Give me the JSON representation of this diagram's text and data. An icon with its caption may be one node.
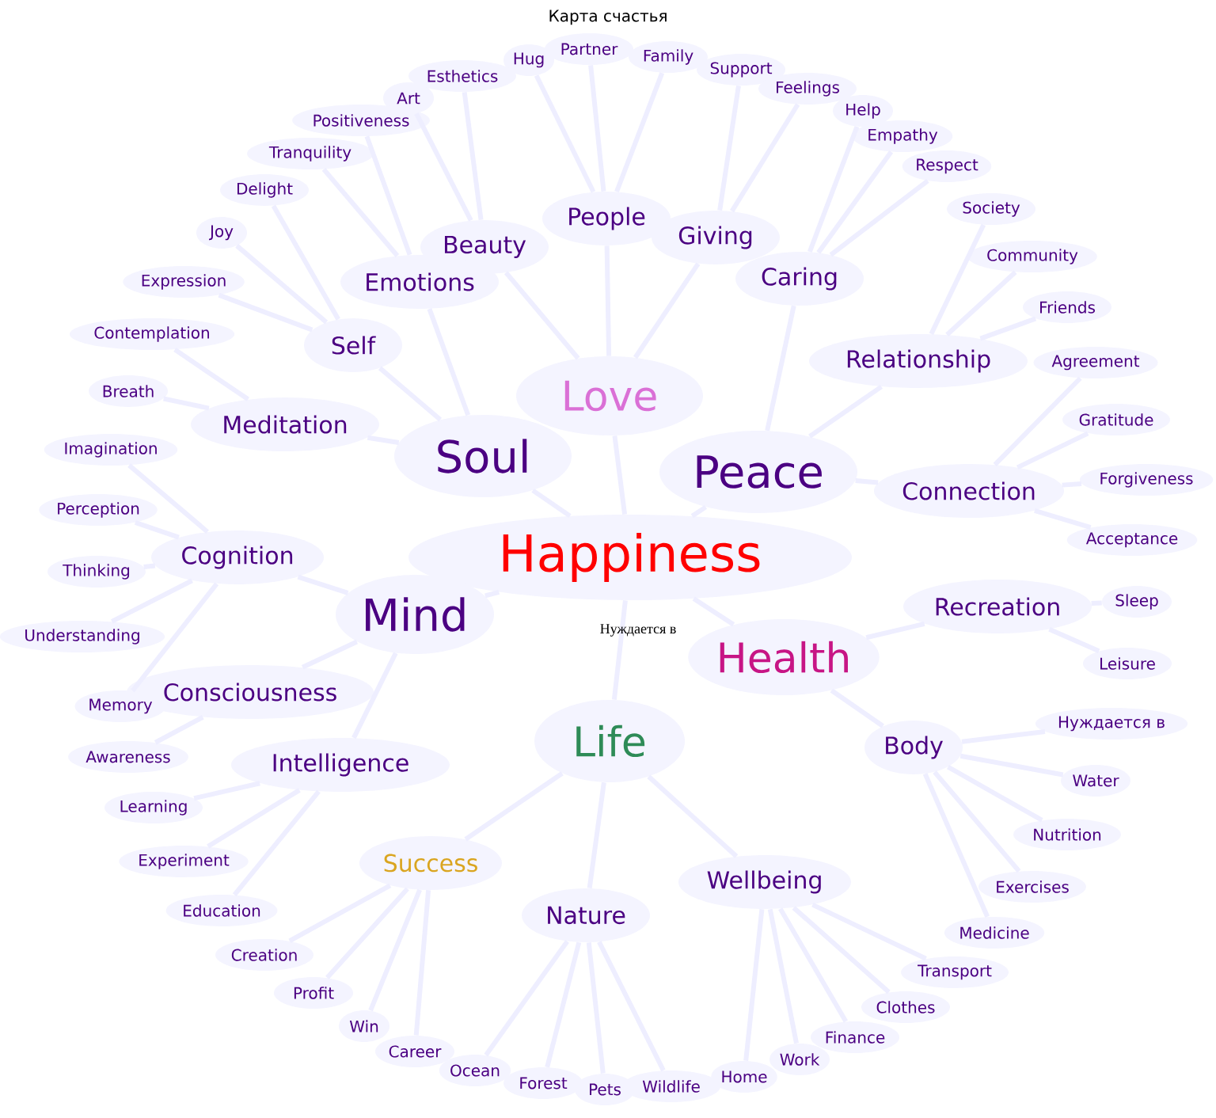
{
  "diagram": {
    "title": "Карта счастья",
    "nodes": [
      {
        "text": [
          "Happiness"
        ]
      },
      {
        "text": [
          "Love"
        ]
      },
      {
        "text": [
          "Soul"
        ]
      },
      {
        "text": [
          "Peace"
        ]
      },
      {
        "text": [
          "Mind"
        ]
      },
      {
        "text": [
          "Health"
        ]
      },
      {
        "text": [
          "Life"
        ]
      },
      {
        "text": [
          "People"
        ]
      },
      {
        "text": [
          "Giving"
        ]
      },
      {
        "text": [
          "Beauty"
        ]
      },
      {
        "text": [
          "Emotions"
        ]
      },
      {
        "text": [
          "Self"
        ]
      },
      {
        "text": [
          "Meditation"
        ]
      },
      {
        "text": [
          "Caring"
        ]
      },
      {
        "text": [
          "Relationship"
        ]
      },
      {
        "text": [
          "Connection"
        ]
      },
      {
        "text": [
          "Cognition"
        ]
      },
      {
        "text": [
          "Consciousness"
        ]
      },
      {
        "text": [
          "Intelligence"
        ]
      },
      {
        "text": [
          "Recreation"
        ]
      },
      {
        "text": [
          "Body"
        ]
      },
      {
        "text": [
          "Success"
        ]
      },
      {
        "text": [
          "Nature"
        ]
      },
      {
        "text": [
          "Wellbeing"
        ]
      },
      {
        "text": [
          "Hug"
        ]
      },
      {
        "text": [
          "Partner"
        ]
      },
      {
        "text": [
          "Family"
        ]
      },
      {
        "text": [
          "Support"
        ]
      },
      {
        "text": [
          "Feelings"
        ]
      },
      {
        "text": [
          "Art"
        ]
      },
      {
        "text": [
          "Esthetics"
        ]
      },
      {
        "text": [
          "Positiveness"
        ]
      },
      {
        "text": [
          "Tranquility"
        ]
      },
      {
        "text": [
          "Delight"
        ]
      },
      {
        "text": [
          "Joy"
        ]
      },
      {
        "text": [
          "Expression"
        ]
      },
      {
        "text": [
          "Contemplation"
        ]
      },
      {
        "text": [
          "Breath"
        ]
      },
      {
        "text": [
          "Imagination"
        ]
      },
      {
        "text": [
          "Perception"
        ]
      },
      {
        "text": [
          "Thinking"
        ]
      },
      {
        "text": [
          "Understanding"
        ]
      },
      {
        "text": [
          "Memory"
        ]
      },
      {
        "text": [
          "Awareness"
        ]
      },
      {
        "text": [
          "Learning"
        ]
      },
      {
        "text": [
          "Experiment"
        ]
      },
      {
        "text": [
          "Education"
        ]
      },
      {
        "text": [
          "Creation"
        ]
      },
      {
        "text": [
          "Profit"
        ]
      },
      {
        "text": [
          "Win"
        ]
      },
      {
        "text": [
          "Career"
        ]
      },
      {
        "text": [
          "Ocean"
        ]
      },
      {
        "text": [
          "Forest"
        ]
      },
      {
        "text": [
          "Pets"
        ]
      },
      {
        "text": [
          "Wildlife"
        ]
      },
      {
        "text": [
          "Home"
        ]
      },
      {
        "text": [
          "Work"
        ]
      },
      {
        "text": [
          "Finance"
        ]
      },
      {
        "text": [
          "Clothes"
        ]
      },
      {
        "text": [
          "Transport"
        ]
      },
      {
        "text": [
          "Medicine"
        ]
      },
      {
        "text": [
          "Exercises"
        ]
      },
      {
        "text": [
          "Nutrition"
        ]
      },
      {
        "text": [
          "Water"
        ]
      },
      {
        "text": [
          "Нуждается в"
        ]
      },
      {
        "text": [
          "Leisure"
        ]
      },
      {
        "text": [
          "Sleep"
        ]
      },
      {
        "text": [
          "Acceptance"
        ]
      },
      {
        "text": [
          "Forgiveness"
        ]
      },
      {
        "text": [
          "Gratitude"
        ]
      },
      {
        "text": [
          "Agreement"
        ]
      },
      {
        "text": [
          "Friends"
        ]
      },
      {
        "text": [
          "Community"
        ]
      },
      {
        "text": [
          "Society"
        ]
      },
      {
        "text": [
          "Respect"
        ]
      },
      {
        "text": [
          "Empathy"
        ]
      },
      {
        "text": [
          "Help"
        ]
      }
    ],
    "edges": [
      {
        "from": 0,
        "to": 1,
        "arrow": "none"
      },
      {
        "from": 0,
        "to": 2,
        "arrow": "none"
      },
      {
        "from": 0,
        "to": 3,
        "arrow": "none"
      },
      {
        "from": 0,
        "to": 4,
        "arrow": "none"
      },
      {
        "from": 0,
        "to": 5,
        "arrow": "none"
      },
      {
        "from": 0,
        "to": 6,
        "arrow": "none"
      },
      {
        "from": 1,
        "to": 7,
        "arrow": "none"
      },
      {
        "from": 1,
        "to": 8,
        "arrow": "none"
      },
      {
        "from": 1,
        "to": 9,
        "arrow": "none"
      },
      {
        "from": 2,
        "to": 10,
        "arrow": "none"
      },
      {
        "from": 2,
        "to": 11,
        "arrow": "none"
      },
      {
        "from": 2,
        "to": 12,
        "arrow": "none"
      },
      {
        "from": 3,
        "to": 13,
        "arrow": "none"
      },
      {
        "from": 3,
        "to": 14,
        "arrow": "none"
      },
      {
        "from": 3,
        "to": 15,
        "arrow": "none"
      },
      {
        "from": 4,
        "to": 16,
        "arrow": "none"
      },
      {
        "from": 4,
        "to": 17,
        "arrow": "none"
      },
      {
        "from": 4,
        "to": 18,
        "arrow": "none"
      },
      {
        "from": 5,
        "to": 19,
        "arrow": "none"
      },
      {
        "from": 5,
        "to": 20,
        "arrow": "none"
      },
      {
        "from": 6,
        "to": 21,
        "arrow": "none"
      },
      {
        "from": 6,
        "to": 22,
        "arrow": "none"
      },
      {
        "from": 6,
        "to": 23,
        "arrow": "none"
      },
      {
        "from": 7,
        "to": 24,
        "arrow": "none"
      },
      {
        "from": 7,
        "to": 25,
        "arrow": "none"
      },
      {
        "from": 7,
        "to": 26,
        "arrow": "none"
      },
      {
        "from": 8,
        "to": 27,
        "arrow": "none"
      },
      {
        "from": 8,
        "to": 28,
        "arrow": "none"
      },
      {
        "from": 9,
        "to": 29,
        "arrow": "none"
      },
      {
        "from": 9,
        "to": 30,
        "arrow": "none"
      },
      {
        "from": 10,
        "to": 31,
        "arrow": "none"
      },
      {
        "from": 10,
        "to": 32,
        "arrow": "none"
      },
      {
        "from": 11,
        "to": 33,
        "arrow": "none"
      },
      {
        "from": 11,
        "to": 34,
        "arrow": "none"
      },
      {
        "from": 11,
        "to": 35,
        "arrow": "none"
      },
      {
        "from": 12,
        "to": 36,
        "arrow": "none"
      },
      {
        "from": 12,
        "to": 37,
        "arrow": "none"
      },
      {
        "from": 16,
        "to": 38,
        "arrow": "none"
      },
      {
        "from": 16,
        "to": 39,
        "arrow": "none"
      },
      {
        "from": 16,
        "to": 40,
        "arrow": "none"
      },
      {
        "from": 16,
        "to": 41,
        "arrow": "none"
      },
      {
        "from": 16,
        "to": 42,
        "arrow": "none"
      },
      {
        "from": 17,
        "to": 43,
        "arrow": "none"
      },
      {
        "from": 18,
        "to": 44,
        "arrow": "none"
      },
      {
        "from": 18,
        "to": 45,
        "arrow": "none"
      },
      {
        "from": 18,
        "to": 46,
        "arrow": "none"
      },
      {
        "from": 21,
        "to": 47,
        "arrow": "none"
      },
      {
        "from": 21,
        "to": 48,
        "arrow": "none"
      },
      {
        "from": 21,
        "to": 49,
        "arrow": "none"
      },
      {
        "from": 21,
        "to": 50,
        "arrow": "none"
      },
      {
        "from": 22,
        "to": 51,
        "arrow": "none"
      },
      {
        "from": 22,
        "to": 52,
        "arrow": "none"
      },
      {
        "from": 22,
        "to": 53,
        "arrow": "none"
      },
      {
        "from": 22,
        "to": 54,
        "arrow": "none"
      },
      {
        "from": 23,
        "to": 55,
        "arrow": "none"
      },
      {
        "from": 23,
        "to": 56,
        "arrow": "none"
      },
      {
        "from": 23,
        "to": 57,
        "arrow": "none"
      },
      {
        "from": 23,
        "to": 58,
        "arrow": "none"
      },
      {
        "from": 23,
        "to": 59,
        "arrow": "none"
      },
      {
        "from": 20,
        "to": 60,
        "arrow": "none"
      },
      {
        "from": 20,
        "to": 61,
        "arrow": "none"
      },
      {
        "from": 20,
        "to": 62,
        "arrow": "none"
      },
      {
        "from": 20,
        "to": 63,
        "arrow": "none"
      },
      {
        "from": 20,
        "to": 64,
        "arrow": "none"
      },
      {
        "from": 19,
        "to": 65,
        "arrow": "none"
      },
      {
        "from": 19,
        "to": 66,
        "arrow": "none"
      },
      {
        "from": 15,
        "to": 67,
        "arrow": "none"
      },
      {
        "from": 15,
        "to": 68,
        "arrow": "none"
      },
      {
        "from": 15,
        "to": 69,
        "arrow": "none"
      },
      {
        "from": 15,
        "to": 70,
        "arrow": "none"
      },
      {
        "from": 14,
        "to": 71,
        "arrow": "none"
      },
      {
        "from": 14,
        "to": 72,
        "arrow": "none"
      },
      {
        "from": 14,
        "to": 73,
        "arrow": "none"
      },
      {
        "from": 13,
        "to": 74,
        "arrow": "none"
      },
      {
        "from": 13,
        "to": 75,
        "arrow": "none"
      },
      {
        "from": 13,
        "to": 76,
        "arrow": "none"
      }
    ],
    "labels": [
      "Нуждается в"
    ]
  }
}
